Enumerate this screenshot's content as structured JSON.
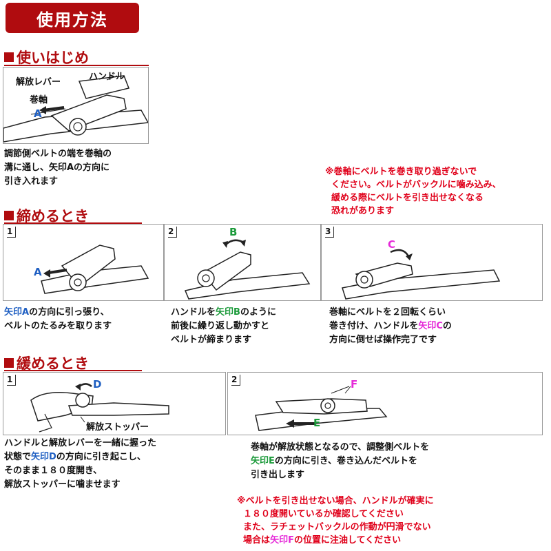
{
  "page_title": "使用方法",
  "sections": {
    "start": {
      "heading": "使いはじめ"
    },
    "tighten": {
      "heading": "締めるとき"
    },
    "loosen": {
      "heading": "緩めるとき"
    }
  },
  "start_figure": {
    "label_release_lever": "解放レバー",
    "label_handle": "ハンドル",
    "label_spool": "巻軸",
    "arrow_a": "A"
  },
  "start_text": {
    "line1": "調節側ベルトの端を巻軸の",
    "line2": "溝に通し、矢印Aの方向に",
    "line3": "引き入れます"
  },
  "warning1": {
    "line1": "※巻軸にベルトを巻き取り過ぎないで",
    "line2": "  ください。ベルトがバックルに噛み込み、",
    "line3": "  緩める際にベルトを引き出せなくなる",
    "line4": "  恐れがあります"
  },
  "tighten_steps": [
    {
      "number": "1",
      "arrow": "A",
      "text_hl": "矢印A",
      "text_a": "の方向に引っ張り、",
      "text_b": "ベルトのたるみを取ります"
    },
    {
      "number": "2",
      "arrow": "B",
      "text_pre": "ハンドルを",
      "text_hl": "矢印B",
      "text_a": "のように",
      "text_b": "前後に繰り返し動かすと",
      "text_c": "ベルトが締まります"
    },
    {
      "number": "3",
      "arrow": "C",
      "text_a": "巻軸にベルトを２回転くらい",
      "text_b_pre": "巻き付け、ハンドルを",
      "text_hl": "矢印C",
      "text_b_post": "の",
      "text_c": "方向に倒せば操作完了です"
    }
  ],
  "loosen_steps": [
    {
      "number": "1",
      "arrow": "D",
      "label_stopper": "解放ストッパー",
      "text_a": "ハンドルと解放レバーを一緒に握った",
      "text_b_pre": "状態で",
      "text_hl": "矢印D",
      "text_b_post": "の方向に引き起こし、",
      "text_c": "そのまま１８０度開き、",
      "text_d": "解放ストッパーに噛ませます"
    },
    {
      "number": "2",
      "arrow_e": "E",
      "arrow_f": "F",
      "text_a": "巻軸が解放状態となるので、調整側ベルトを",
      "text_hl": "矢印E",
      "text_b_post": "の方向に引き、巻き込んだベルトを",
      "text_c": "引き出します"
    }
  ],
  "warning2": {
    "line1": "※ベルトを引き出せない場合、ハンドルが確実に",
    "line2": "  １８０度開いているか確認してください",
    "line3": "  また、ラチェットバックルの作動が円滑でない",
    "line4_pre": "  場合は",
    "line4_hl": "矢印F",
    "line4_post": "の位置に注油してください"
  },
  "colors": {
    "brand_red": "#b00c0f",
    "warning_red": "#e0001a",
    "blue": "#1f5fc2",
    "green": "#1b9a3a",
    "pink": "#e52ad8"
  }
}
